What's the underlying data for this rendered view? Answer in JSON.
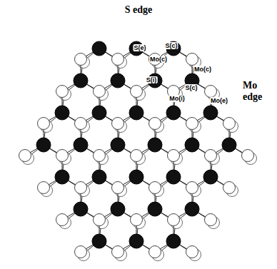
{
  "diagram": {
    "title": "S edge",
    "labels": [
      "Mo edge",
      "S(e)",
      "S(c)",
      "Mo(c)",
      "Mo(c)",
      "S(i)",
      "S(c)",
      "Mo(i)",
      "Mo(e)"
    ]
  }
}
